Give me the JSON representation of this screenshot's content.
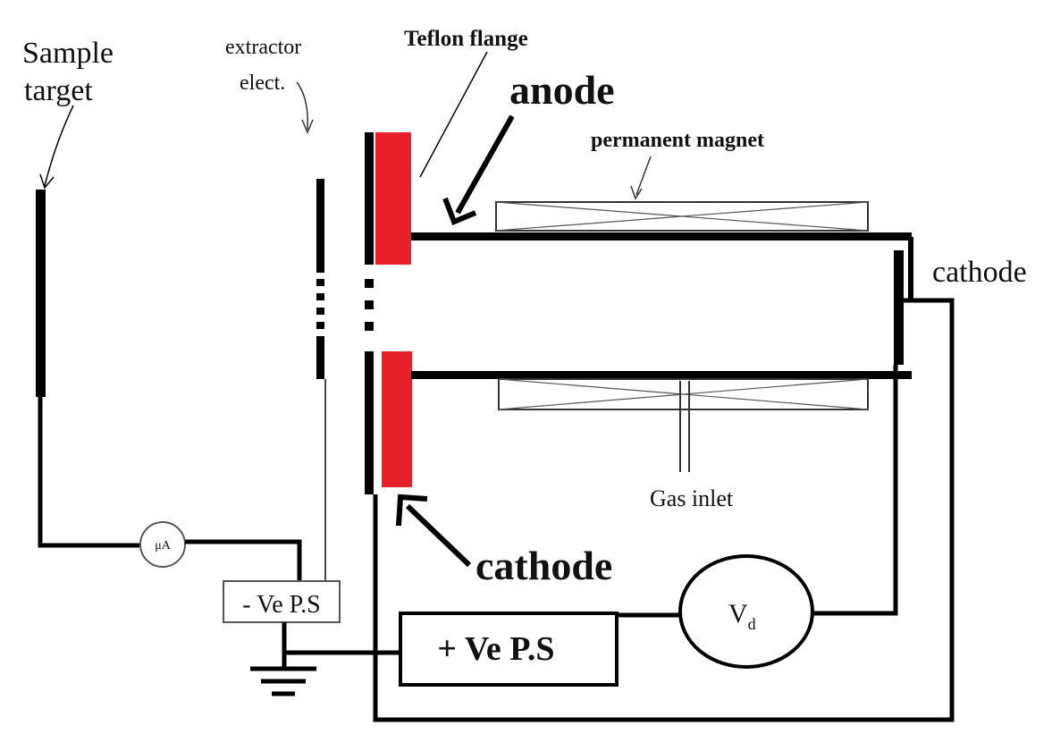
{
  "labels": {
    "sample_target_line1": "Sample",
    "sample_target_line2": "target",
    "extractor_line1": "extractor",
    "extractor_line2": "elect.",
    "teflon_flange": "Teflon flange",
    "anode": "anode",
    "permanent_magnet": "permanent magnet",
    "cathode_right": "cathode",
    "gas_inlet": "Gas inlet",
    "cathode_bottom": "cathode",
    "microammeter": "μA",
    "neg_power_supply": "- Ve P.S",
    "pos_power_supply": "+ Ve P.S",
    "voltmeter_main": "V",
    "voltmeter_sub": "d"
  },
  "colors": {
    "teflon": "#e8202a",
    "line": "#000000",
    "magnet_stroke": "#333333"
  }
}
